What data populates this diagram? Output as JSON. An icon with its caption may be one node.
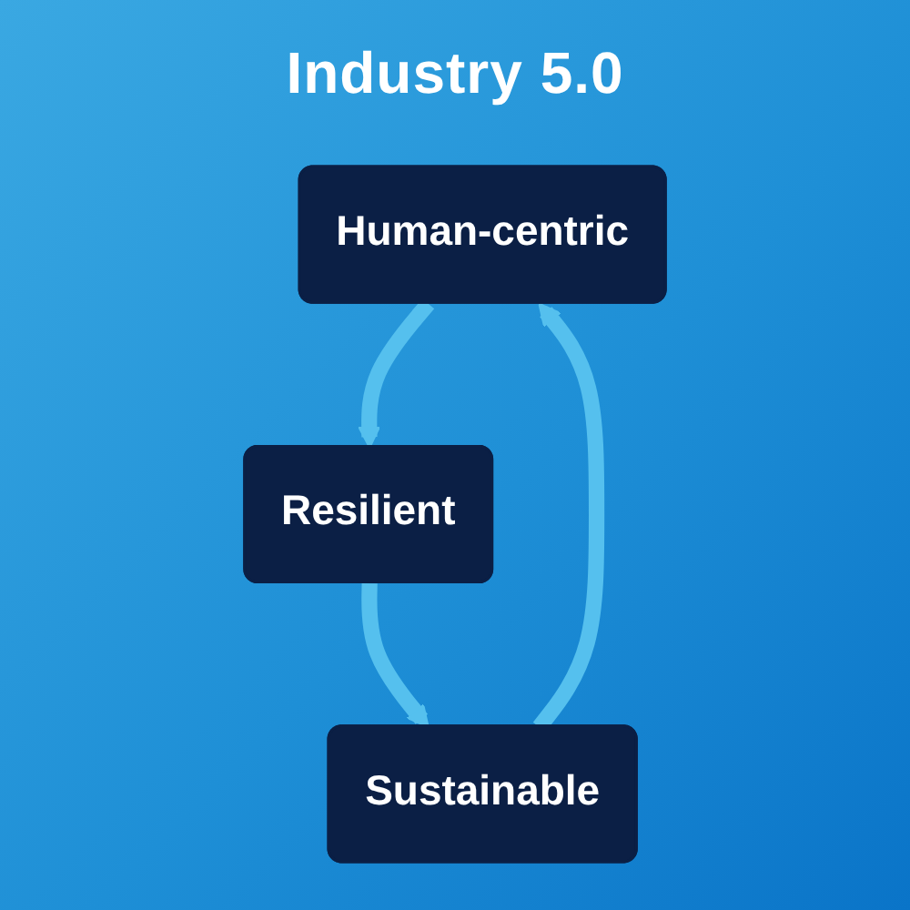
{
  "diagram": {
    "title": "Industry 5.0",
    "nodes": [
      {
        "text": [
          "Human-centric"
        ]
      },
      {
        "text": [
          "Resilient"
        ]
      },
      {
        "text": [
          "Sustainable"
        ]
      }
    ],
    "edges": [
      {
        "from": 0,
        "to": 1,
        "arrow": "to"
      },
      {
        "from": 1,
        "to": 2,
        "arrow": "to"
      },
      {
        "from": 2,
        "to": 0,
        "arrow": "to"
      }
    ]
  }
}
